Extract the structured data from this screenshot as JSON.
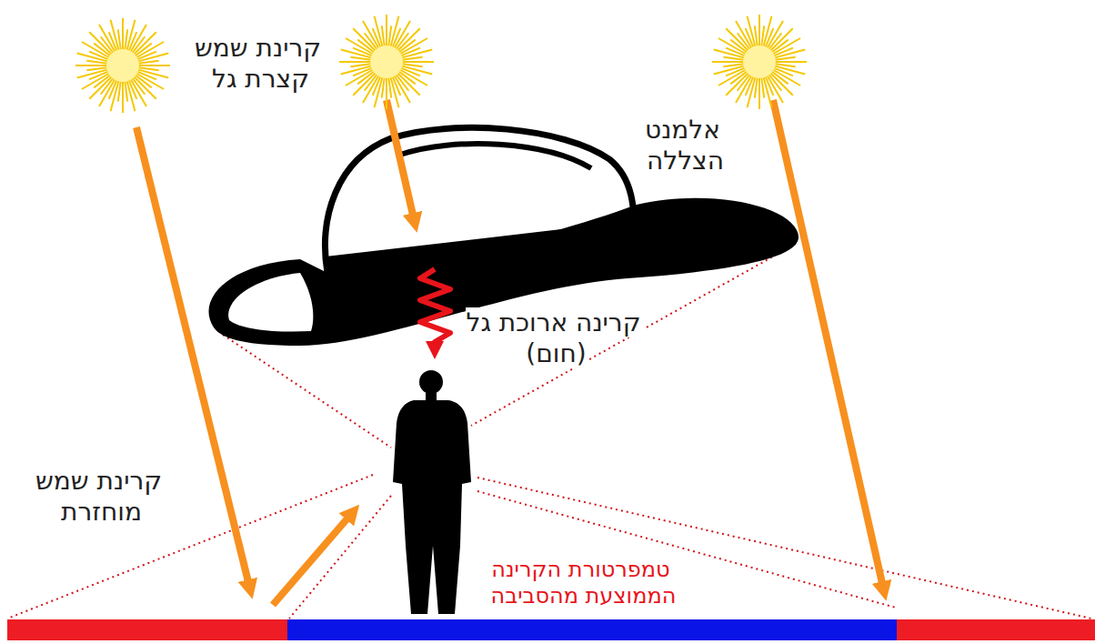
{
  "diagram": {
    "labels": [
      "קרינת שמש קצרת גל",
      "אלמנט הצללה",
      "קרינה ארוכת גל (חום)",
      "קרינת שמש מוחזרת",
      "טמפרטורת הקרינה הממוצעת מהסביבה"
    ]
  }
}
